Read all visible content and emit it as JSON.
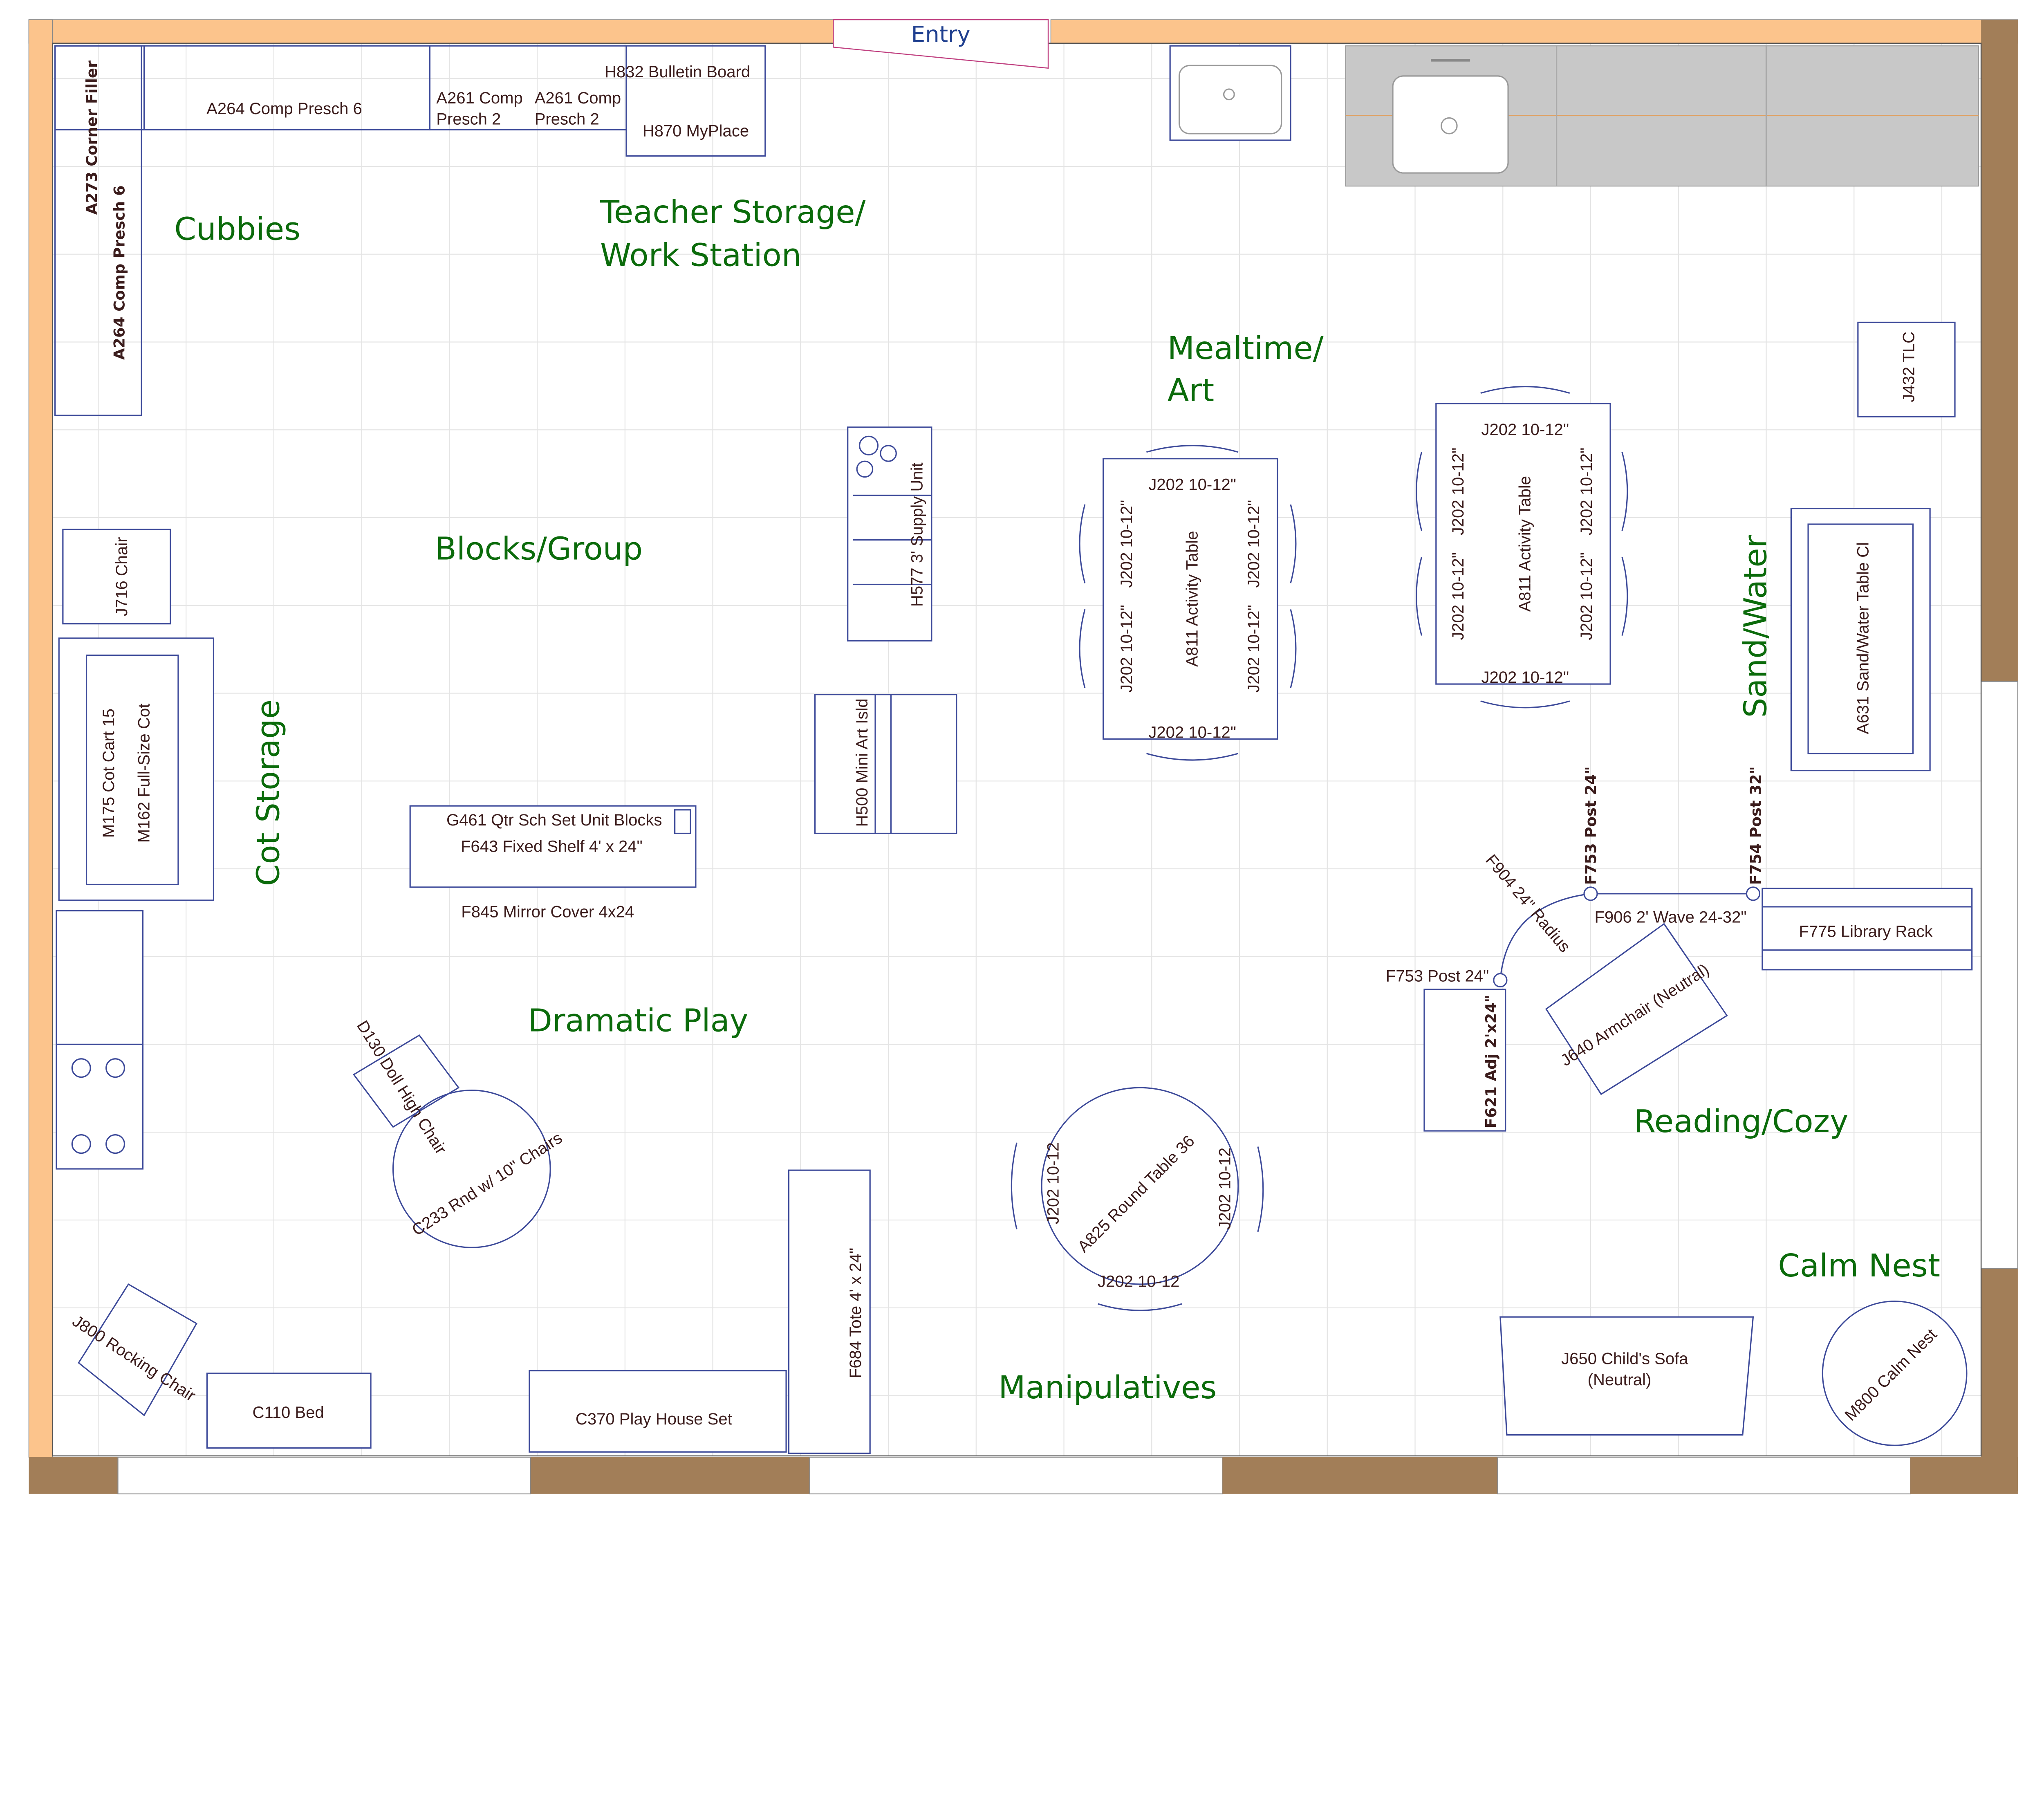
{
  "entry": "Entry",
  "colors": {
    "wall_light": "#fcc48c",
    "wall_dark": "#a27e58",
    "zone_text": "#0b6b0b",
    "label_text": "#3b1c1c",
    "outline": "#3d4a9a",
    "counter": "#c8c8c8"
  },
  "zones": {
    "cubbies": "Cubbies",
    "teacher_line1": "Teacher Storage/",
    "teacher_line2": "Work Station",
    "mealtime_line1": "Mealtime/",
    "mealtime_line2": "Art",
    "blocks": "Blocks/Group",
    "cot_storage": "Cot Storage",
    "sand_water": "Sand/Water",
    "dramatic_play": "Dramatic Play",
    "reading": "Reading/Cozy",
    "calm_nest": "Calm Nest",
    "manipulatives": "Manipulatives"
  },
  "furniture": {
    "a273": "A273 Corner Filler",
    "a264_vertical": "A264 Comp Presch 6",
    "a264_top": "A264 Comp Presch 6",
    "a261_a_line1": "A261 Comp",
    "a261_a_line2": "Presch 2",
    "a261_b_line1": "A261 Comp",
    "a261_b_line2": "Presch 2",
    "h832": "H832 Bulletin Board",
    "h870": "H870 MyPlace",
    "j432": "J432 TLC",
    "j716": "J716 Chair",
    "m175": "M175 Cot Cart 15",
    "m162": "M162 Full-Size Cot",
    "h577": "H577 3' Supply Unit",
    "h500": "H500 Mini Art Isld",
    "g461": "G461 Qtr Sch Set Unit Blocks",
    "f643": "F643 Fixed Shelf 4' x 24\"",
    "f845": "F845 Mirror Cover 4x24",
    "a811_1": "A811 Activity Table",
    "a811_2": "A811 Activity Table",
    "j202_chair": "J202 10-12\"",
    "j202_round": "J202 10-12",
    "a825": "A825 Round Table 36",
    "a631": "A631 Sand/Water Table Cl",
    "f904": "F904 24\" Radius",
    "f753_top": "F753 Post 24\"",
    "f754": "F754 Post 32\"",
    "f906": "F906 2' Wave 24-32\"",
    "f775": "F775 Library Rack",
    "f753_left": "F753 Post 24\"",
    "f621": "F621 Adj 2'x24\"",
    "j640": "J640 Armchair (Neutral)",
    "d130": "D130 Doll High Chair",
    "c233": "C233 Rnd w/ 10\" Chairs",
    "j800": "J800 Rocking Chair",
    "c110": "C110 Bed",
    "c370": "C370 Play House Set",
    "f684": "F684 Tote 4' x 24\"",
    "j650_line1": "J650 Child's Sofa",
    "j650_line2": "(Neutral)",
    "m800": "M800 Calm Nest"
  }
}
